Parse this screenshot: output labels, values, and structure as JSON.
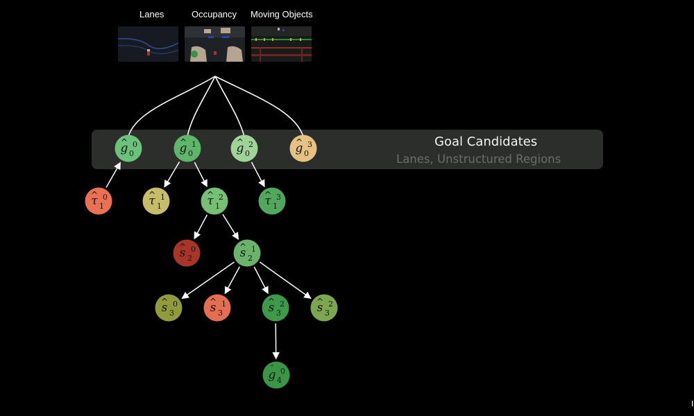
{
  "inputs": [
    {
      "label": "Lanes"
    },
    {
      "label": "Occupancy"
    },
    {
      "label": "Moving Objects"
    }
  ],
  "goal_band": {
    "title": "Goal Candidates",
    "subtitle": "Lanes, Unstructured Regions"
  },
  "nodes": [
    {
      "id": "g0_0",
      "base": "g",
      "hat": "hat",
      "sub": "0",
      "sup": "0",
      "color": "#6cc27a"
    },
    {
      "id": "g0_1",
      "base": "g",
      "hat": "hat",
      "sub": "0",
      "sup": "1",
      "color": "#5db66a"
    },
    {
      "id": "g0_2",
      "base": "g",
      "hat": "hat",
      "sub": "0",
      "sup": "2",
      "color": "#9ed496"
    },
    {
      "id": "g0_3",
      "base": "g",
      "hat": "hat",
      "sub": "0",
      "sup": "3",
      "color": "#e6c182"
    },
    {
      "id": "t1_0",
      "base": "τ",
      "hat": "hat",
      "sub": "1",
      "sup": "0",
      "color": "#ea7252"
    },
    {
      "id": "t1_1",
      "base": "τ",
      "hat": "hat",
      "sub": "1",
      "sup": "1",
      "color": "#c6bc6a"
    },
    {
      "id": "t1_2",
      "base": "τ",
      "hat": "hat",
      "sub": "1",
      "sup": "2",
      "color": "#76c076"
    },
    {
      "id": "t1_3",
      "base": "τ",
      "hat": "hat",
      "sub": "1",
      "sup": "3",
      "color": "#4fa85c"
    },
    {
      "id": "s2_0",
      "base": "s",
      "hat": "hat",
      "sub": "2",
      "sup": "0",
      "color": "#a83628"
    },
    {
      "id": "s2_1",
      "base": "s",
      "hat": "hat",
      "sub": "2",
      "sup": "1",
      "color": "#6ab36a"
    },
    {
      "id": "s3_0",
      "base": "s",
      "hat": "hat",
      "sub": "3",
      "sup": "0",
      "color": "#929a3e"
    },
    {
      "id": "s3_1",
      "base": "s",
      "hat": "hat",
      "sub": "3",
      "sup": "1",
      "color": "#e46d52"
    },
    {
      "id": "s3_2",
      "base": "s",
      "hat": "hat",
      "sub": "3",
      "sup": "2",
      "color": "#3c9a48"
    },
    {
      "id": "s3_3",
      "base": "s",
      "hat": "hat",
      "sub": "3",
      "sup": "2",
      "color": "#7ca650"
    },
    {
      "id": "g4_0",
      "base": "g",
      "hat": "bar",
      "sub": "4",
      "sup": "0",
      "color": "#3a9646"
    }
  ],
  "edges": [
    [
      "t1_0",
      "g0_0"
    ],
    [
      "g0_1",
      "t1_1"
    ],
    [
      "g0_1",
      "t1_2"
    ],
    [
      "g0_2",
      "t1_3"
    ],
    [
      "t1_2",
      "s2_0"
    ],
    [
      "t1_2",
      "s2_1"
    ],
    [
      "s2_1",
      "s3_0"
    ],
    [
      "s2_1",
      "s3_1"
    ],
    [
      "s2_1",
      "s3_2"
    ],
    [
      "s2_1",
      "s3_3"
    ],
    [
      "s3_2",
      "g4_0"
    ]
  ]
}
